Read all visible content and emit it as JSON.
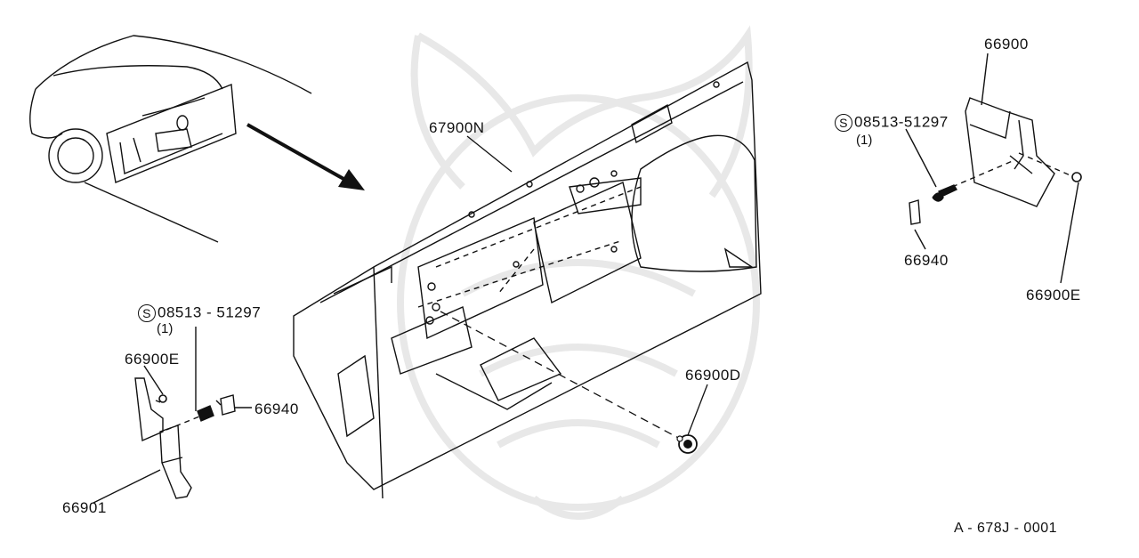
{
  "diagram": {
    "labels": {
      "panel": "67900N",
      "right_bracket": "66900",
      "right_bolt_code": "08513-51297",
      "right_bolt_qty": "(1)",
      "right_clip": "66940",
      "right_clip_e": "66900E",
      "left_bolt_code": "08513 - 51297",
      "left_bolt_qty": "(1)",
      "left_clip_e": "66900E",
      "left_clip": "66940",
      "grommet": "66900D",
      "left_bracket": "66901",
      "figure_code": "A - 678J - 0001"
    },
    "standard_part_symbol": "S"
  }
}
